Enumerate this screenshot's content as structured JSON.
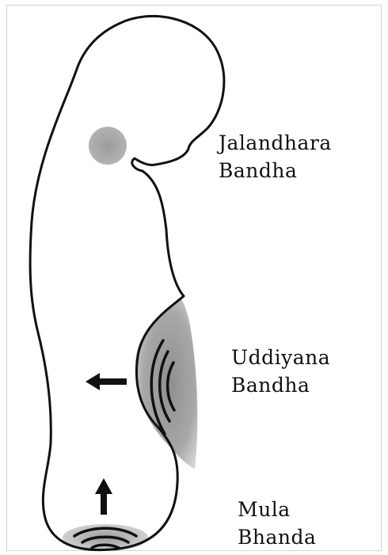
{
  "diagram": {
    "labels": {
      "jalandhara": {
        "line1": "Jalandhara",
        "line2": "Bandha"
      },
      "uddiyana": {
        "line1": "Uddiyana",
        "line2": "Bandha"
      },
      "mula": {
        "line1": "Mula",
        "line2": "Bhanda"
      }
    },
    "colors": {
      "outline": "#111111",
      "shading": "#9a9a9a",
      "throat_spot": "#a3a3a3",
      "label_text": "#111111"
    }
  }
}
